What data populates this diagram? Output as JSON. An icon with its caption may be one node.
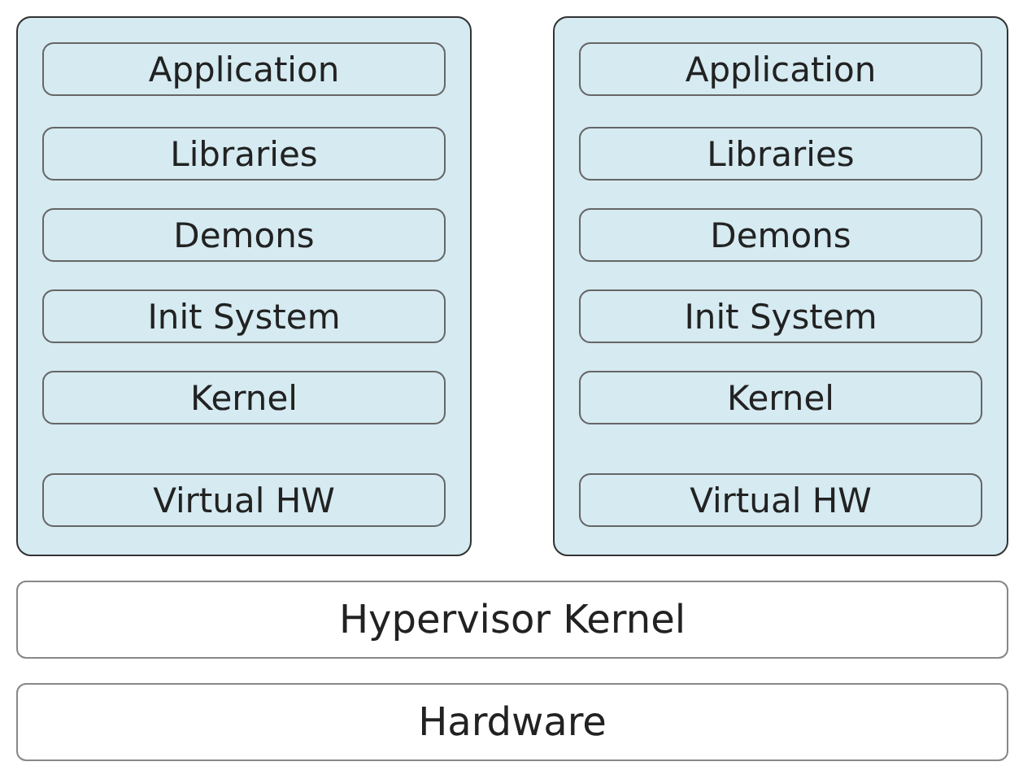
{
  "diagram": {
    "nodes": [
      {
        "text": [],
        "shape": "box"
      },
      {
        "text": [
          "Application"
        ],
        "in": 0
      },
      {
        "text": [
          "Libraries"
        ],
        "in": 0
      },
      {
        "text": [
          "Demons"
        ],
        "in": 0
      },
      {
        "text": [
          "Init System"
        ],
        "in": 0
      },
      {
        "text": [
          "Kernel"
        ],
        "in": 0
      },
      {
        "text": [
          "Virtual HW"
        ],
        "in": 0
      },
      {
        "text": [],
        "shape": "box"
      },
      {
        "text": [
          "Application"
        ],
        "in": 7
      },
      {
        "text": [
          "Libraries"
        ],
        "in": 7
      },
      {
        "text": [
          "Demons"
        ],
        "in": 7
      },
      {
        "text": [
          "Init System"
        ],
        "in": 7
      },
      {
        "text": [
          "Kernel"
        ],
        "in": 7
      },
      {
        "text": [
          "Virtual HW"
        ],
        "in": 7
      },
      {
        "text": [
          "Hypervisor Kernel"
        ]
      },
      {
        "text": [
          "Hardware"
        ]
      }
    ]
  }
}
